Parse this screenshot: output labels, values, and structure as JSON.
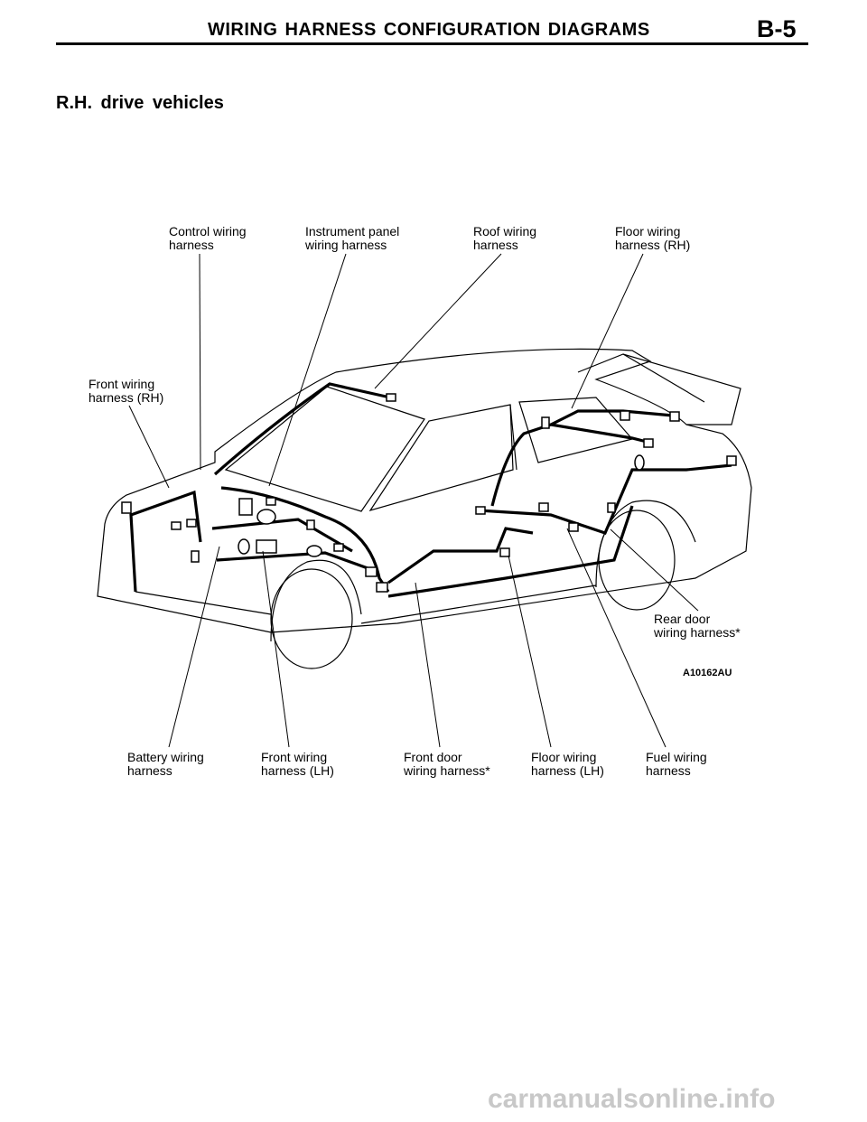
{
  "header": {
    "title": "WIRING HARNESS CONFIGURATION DIAGRAMS",
    "page": "B-5"
  },
  "section_title": "R.H. drive vehicles",
  "labels": {
    "control": "Control wiring\nharness",
    "instrument": "Instrument panel\nwiring harness",
    "roof": "Roof wiring\nharness",
    "floor_rh": "Floor wiring\nharness (RH)",
    "front_rh": "Front wiring\nharness (RH)",
    "rear_door": "Rear door\nwiring harness*",
    "battery": "Battery wiring\nharness",
    "front_lh": "Front wiring\nharness (LH)",
    "front_door": "Front door\nwiring harness*",
    "floor_lh": "Floor wiring\nharness (LH)",
    "fuel": "Fuel wiring\nharness"
  },
  "figure_code": "A10162AU",
  "watermark": "carmanualsonline.info"
}
